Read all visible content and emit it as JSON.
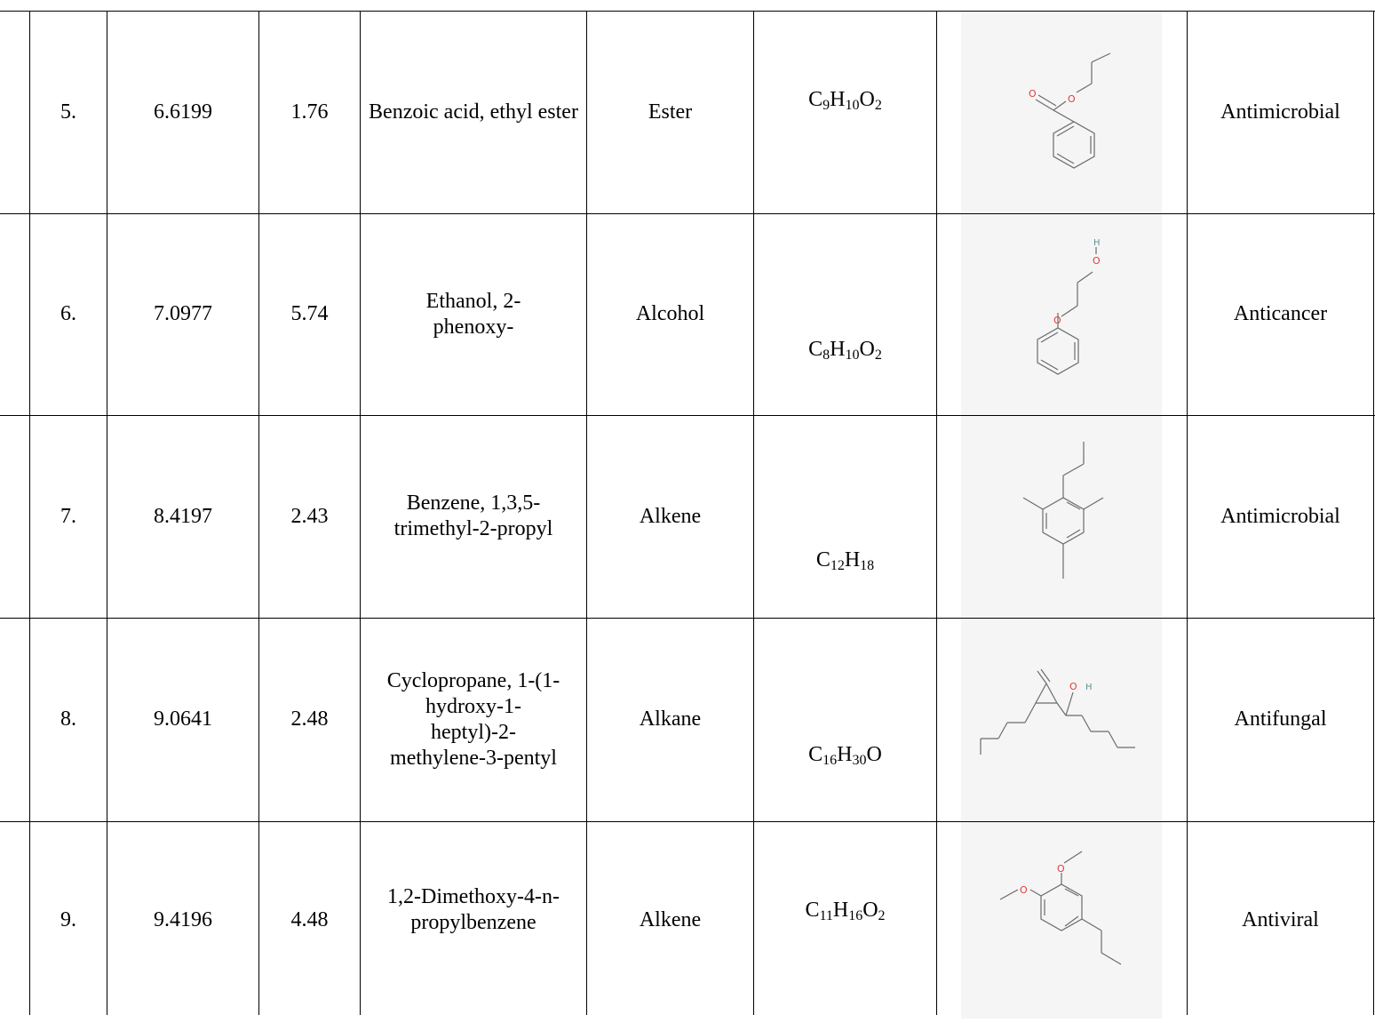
{
  "rows": [
    {
      "no": "5.",
      "rt": "6.6199",
      "area": "1.76",
      "name": "Benzoic acid, ethyl ester",
      "class": "Ester",
      "formula": [
        [
          "C",
          "9"
        ],
        [
          "H",
          "10"
        ],
        [
          "O",
          "2"
        ]
      ],
      "structure_icon": "benzoic-acid-ethyl-ester-structure",
      "activity": "Antimicrobial"
    },
    {
      "no": "6.",
      "rt": "7.0977",
      "area": "5.74",
      "name": "Ethanol, 2-phenoxy-",
      "class": "Alcohol",
      "formula": [
        [
          "C",
          "8"
        ],
        [
          "H",
          "10"
        ],
        [
          "O",
          "2"
        ]
      ],
      "structure_icon": "ethanol-2-phenoxy-structure",
      "activity": "Anticancer"
    },
    {
      "no": "7.",
      "rt": "8.4197",
      "area": "2.43",
      "name": "Benzene, 1,3,5-trimethyl-2-propyl",
      "class": "Alkene",
      "formula": [
        [
          "C",
          "12"
        ],
        [
          "H",
          "18"
        ]
      ],
      "structure_icon": "benzene-trimethyl-propyl-structure",
      "activity": "Antimicrobial"
    },
    {
      "no": "8.",
      "rt": "9.0641",
      "area": "2.48",
      "name": "Cyclopropane, 1-(1-hydroxy-1-heptyl)-2-methylene-3-pentyl",
      "class": "Alkane",
      "formula": [
        [
          "C",
          "16"
        ],
        [
          "H",
          "30"
        ],
        [
          "O",
          ""
        ]
      ],
      "structure_icon": "cyclopropane-hydroxyheptyl-methylene-pentyl-structure",
      "activity": "Antifungal"
    },
    {
      "no": "9.",
      "rt": "9.4196",
      "area": "4.48",
      "name": "1,2-Dimethoxy-4-n-propylbenzene",
      "class": "Alkene",
      "formula": [
        [
          "C",
          "11"
        ],
        [
          "H",
          "16"
        ],
        [
          "O",
          "2"
        ]
      ],
      "structure_icon": "dimethoxy-propylbenzene-structure",
      "activity": "Antiviral"
    }
  ],
  "atoms": {
    "O": "O",
    "H": "H"
  },
  "colors": {
    "oxygen": "#e23b3b",
    "hydrogen": "#5f8f8f",
    "bond": "#6b6b6b",
    "structure_bg": "#f5f5f5"
  }
}
